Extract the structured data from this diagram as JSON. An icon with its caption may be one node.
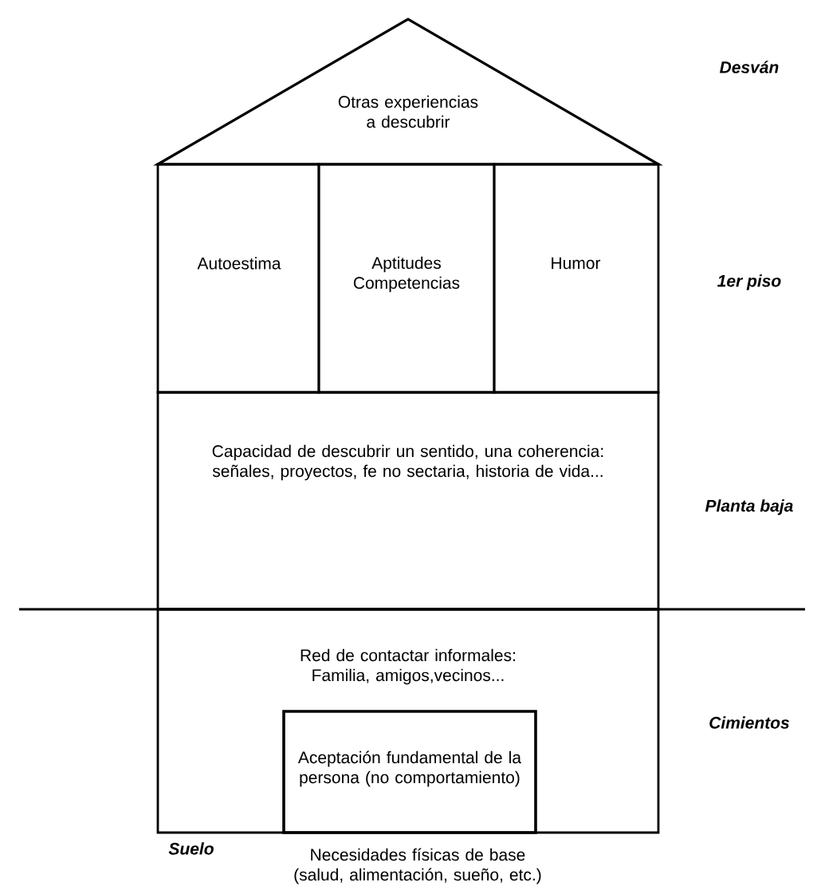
{
  "diagram": {
    "nodes": [
      {
        "text": [
          "Otras experiencias a descubrir"
        ]
      },
      {
        "text": [
          "Autoestima"
        ]
      },
      {
        "text": [
          "Aptitudes Competencias"
        ]
      },
      {
        "text": [
          "Humor"
        ]
      },
      {
        "text": [
          "Capacidad de descubrir un sentido, una coherencia: señales, proyectos, fe no sectaria, historia de vida..."
        ]
      },
      {
        "text": [
          "Red de contactar informales: Familia, amigos,vecinos..."
        ]
      },
      {
        "text": [
          "Aceptación fundamental de la persona (no comportamiento)"
        ],
        "in": 5
      }
    ],
    "labels": [
      "Desván",
      "1er piso",
      "Planta baja",
      "Cimientos",
      "Suelo",
      "Necesidades físicas de base (salud, alimentación, sueño, etc.)"
    ]
  }
}
